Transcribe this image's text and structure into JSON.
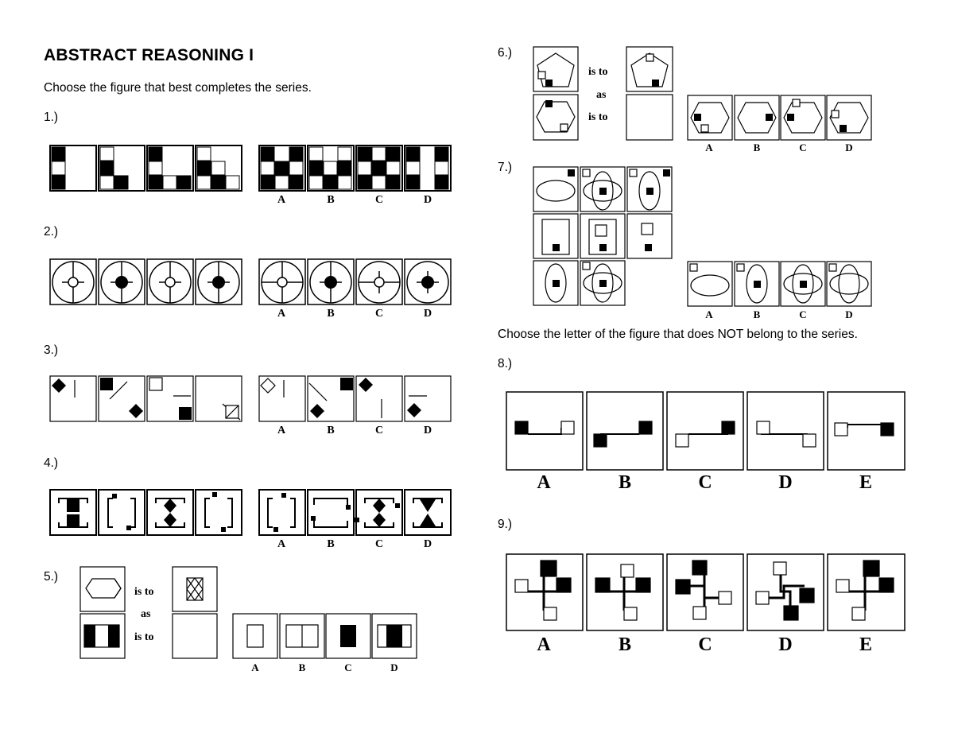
{
  "header": {
    "title": "ABSTRACT REASONING I",
    "instruction_complete": "Choose the figure that best completes the series.",
    "instruction_odd": "Choose the letter of the figure that does NOT belong to the series."
  },
  "questions": {
    "q1": "1.)",
    "q2": "2.)",
    "q3": "3.)",
    "q4": "4.)",
    "q5": "5.)",
    "q6": "6.)",
    "q7": "7.)",
    "q8": "8.)",
    "q9": "9.)"
  },
  "option_letters_4": [
    "A",
    "B",
    "C",
    "D"
  ],
  "option_letters_5": [
    "A",
    "B",
    "C",
    "D",
    "E"
  ],
  "analogy": {
    "is_to": "is to",
    "as": "as"
  }
}
